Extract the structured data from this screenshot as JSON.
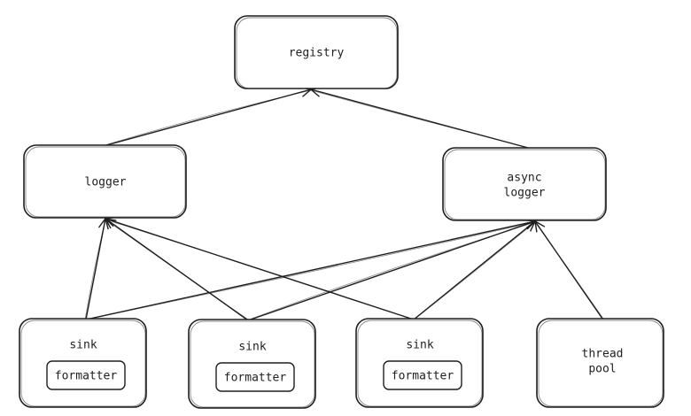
{
  "nodes": {
    "registry": {
      "label": "registry"
    },
    "logger": {
      "label": "logger"
    },
    "async_logger": {
      "line1": "async",
      "line2": "logger"
    },
    "sink1": {
      "label": "sink",
      "formatter": "formatter"
    },
    "sink2": {
      "label": "sink",
      "formatter": "formatter"
    },
    "sink3": {
      "label": "sink",
      "formatter": "formatter"
    },
    "thread_pool": {
      "line1": "thread",
      "line2": "pool"
    }
  },
  "edges": [
    {
      "from": "logger",
      "to": "registry"
    },
    {
      "from": "async_logger",
      "to": "registry"
    },
    {
      "from": "sink1",
      "to": "logger"
    },
    {
      "from": "sink2",
      "to": "logger"
    },
    {
      "from": "sink3",
      "to": "logger"
    },
    {
      "from": "sink1",
      "to": "async_logger"
    },
    {
      "from": "sink2",
      "to": "async_logger"
    },
    {
      "from": "sink3",
      "to": "async_logger"
    },
    {
      "from": "thread_pool",
      "to": "async_logger"
    }
  ],
  "colors": {
    "stroke": "#1e1e1e",
    "background": "#ffffff"
  }
}
